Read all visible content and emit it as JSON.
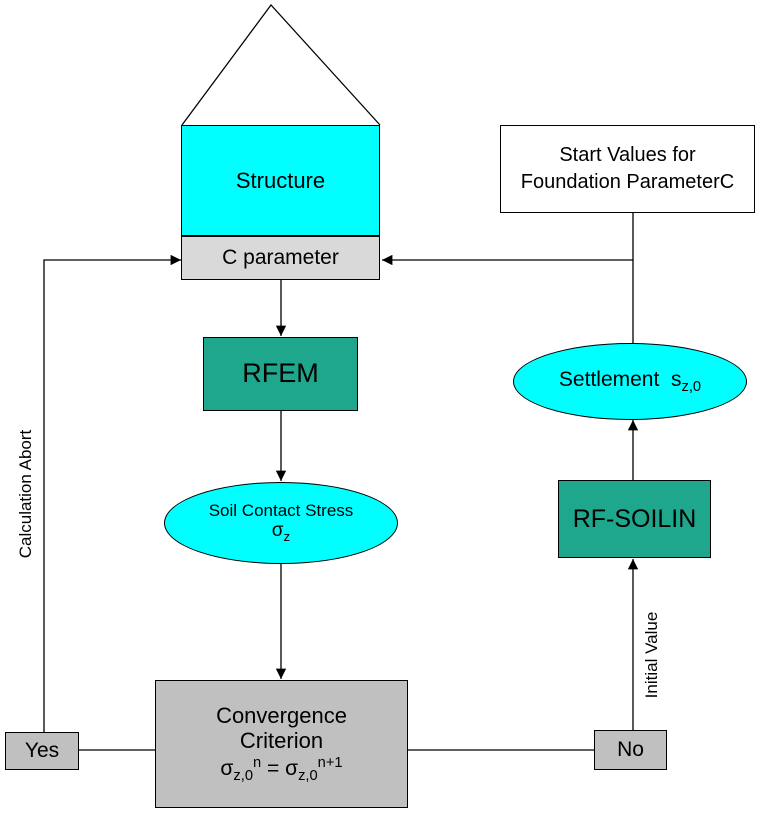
{
  "colors": {
    "cyan": "#00ffff",
    "teal": "#1ea78c",
    "gray": "#c0c0c0",
    "light_gray": "#d9d9d9",
    "line": "#000000"
  },
  "nodes": {
    "structure": "Structure",
    "c_parameter": "C parameter",
    "rfem": "RFEM",
    "soil_contact_stress": "Soil Contact Stress",
    "sigma": "σ",
    "sigma_sub_z": "z",
    "convergence_line1": "Convergence",
    "convergence_line2": "Criterion",
    "conv_sigma_left": "σ",
    "conv_sub_left": "z,0",
    "conv_sup_left": "n",
    "conv_equals": " = ",
    "conv_sigma_right": "σ",
    "conv_sub_right": "z,0",
    "conv_sup_right": "n+1",
    "yes": "Yes",
    "no": "No",
    "rf_soilin": "RF-SOILIN",
    "settlement": "Settlement  s",
    "settlement_sub": "z,0",
    "start_values_line1": "Start Values for",
    "start_values_line2": "Foundation ParameterC"
  },
  "labels": {
    "calculation_abort": "Calculation Abort",
    "initial_value": "Initial Value"
  }
}
